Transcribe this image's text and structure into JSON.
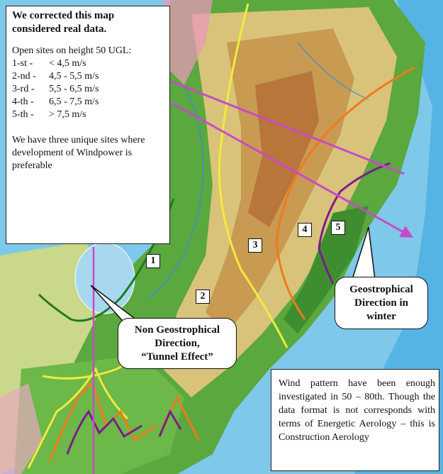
{
  "legend": {
    "title": "We corrected this map considered real data.",
    "height_note": "Open sites on height 50 UGL:",
    "zones": [
      {
        "label": "1-st -",
        "value": "< 4,5 m/s"
      },
      {
        "label": "2-nd -",
        "value": "4,5 - 5,5 m/s"
      },
      {
        "label": "3-rd -",
        "value": "5,5 - 6,5 m/s"
      },
      {
        "label": "4-th -",
        "value": "6,5 - 7,5 m/s"
      },
      {
        "label": "5-th -",
        "value": "> 7,5 m/s"
      }
    ],
    "sites_note": "We have three unique sites where development of Windpower is preferable"
  },
  "zone_markers": [
    "1",
    "2",
    "3",
    "4",
    "5"
  ],
  "callouts": {
    "tunnel": {
      "line1": "Non Geostrophical Direction,",
      "line2": "“Tunnel Effect”"
    },
    "geostrophical": {
      "line1": "Geostrophical",
      "line2": "Direction in",
      "line3": "winter"
    }
  },
  "note": "Wind pattern have been enough investigated in 50 – 80th. Though the data format is not corresponds with terms of Energetic Aerology – this is Construction Aerology",
  "colors": {
    "sea": "#7ec8ea",
    "lowland": "#5aa83e",
    "upland": "#d9c37a",
    "mountain": "#b8763a",
    "zone1_line": "#1e7a1e",
    "zone2_line": "#f2ea3c",
    "zone4_line": "#f07a1e",
    "zone5_line": "#7a1e8a",
    "wind_arrow": "#c84ac8"
  }
}
